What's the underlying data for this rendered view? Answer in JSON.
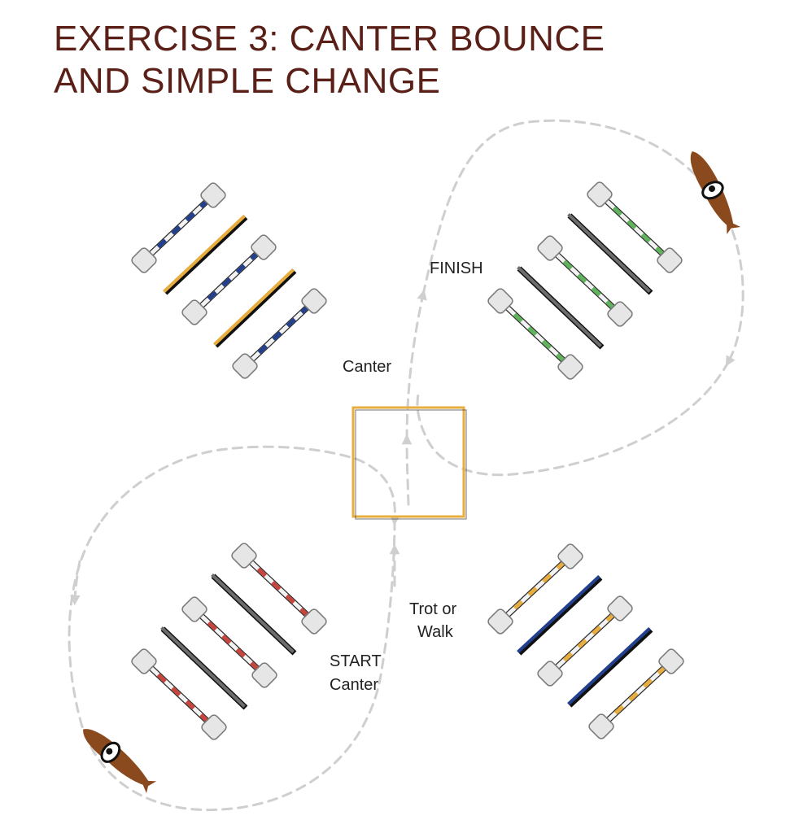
{
  "title": {
    "line1": "EXERCISE 3: CANTER BOUNCE",
    "line2": "AND SIMPLE CHANGE"
  },
  "labels": {
    "finish": "FINISH",
    "canter_top": "Canter",
    "trot_or": "Trot or",
    "walk": "Walk",
    "start": "START",
    "canter_bottom": "Canter"
  },
  "colors": {
    "title": "#5a1f17",
    "path": "#cfcfcf",
    "box": "#e8ad3f",
    "horse": "#8b4a1e",
    "blue": "#23408f",
    "yellow": "#e8ad3f",
    "green": "#5fb35a",
    "red": "#c8453d",
    "gray_pole": "#6d6d6d"
  },
  "pole_groups": {
    "top_left": {
      "striped_color": "#23408f",
      "solid_color": "#e8ad3f"
    },
    "top_right": {
      "striped_color": "#5fb35a",
      "solid_color": "#6d6d6d"
    },
    "bottom_left": {
      "striped_color": "#c8453d",
      "solid_color": "#6d6d6d"
    },
    "bottom_right": {
      "striped_color": "#e8ad3f",
      "solid_color": "#23408f"
    }
  }
}
